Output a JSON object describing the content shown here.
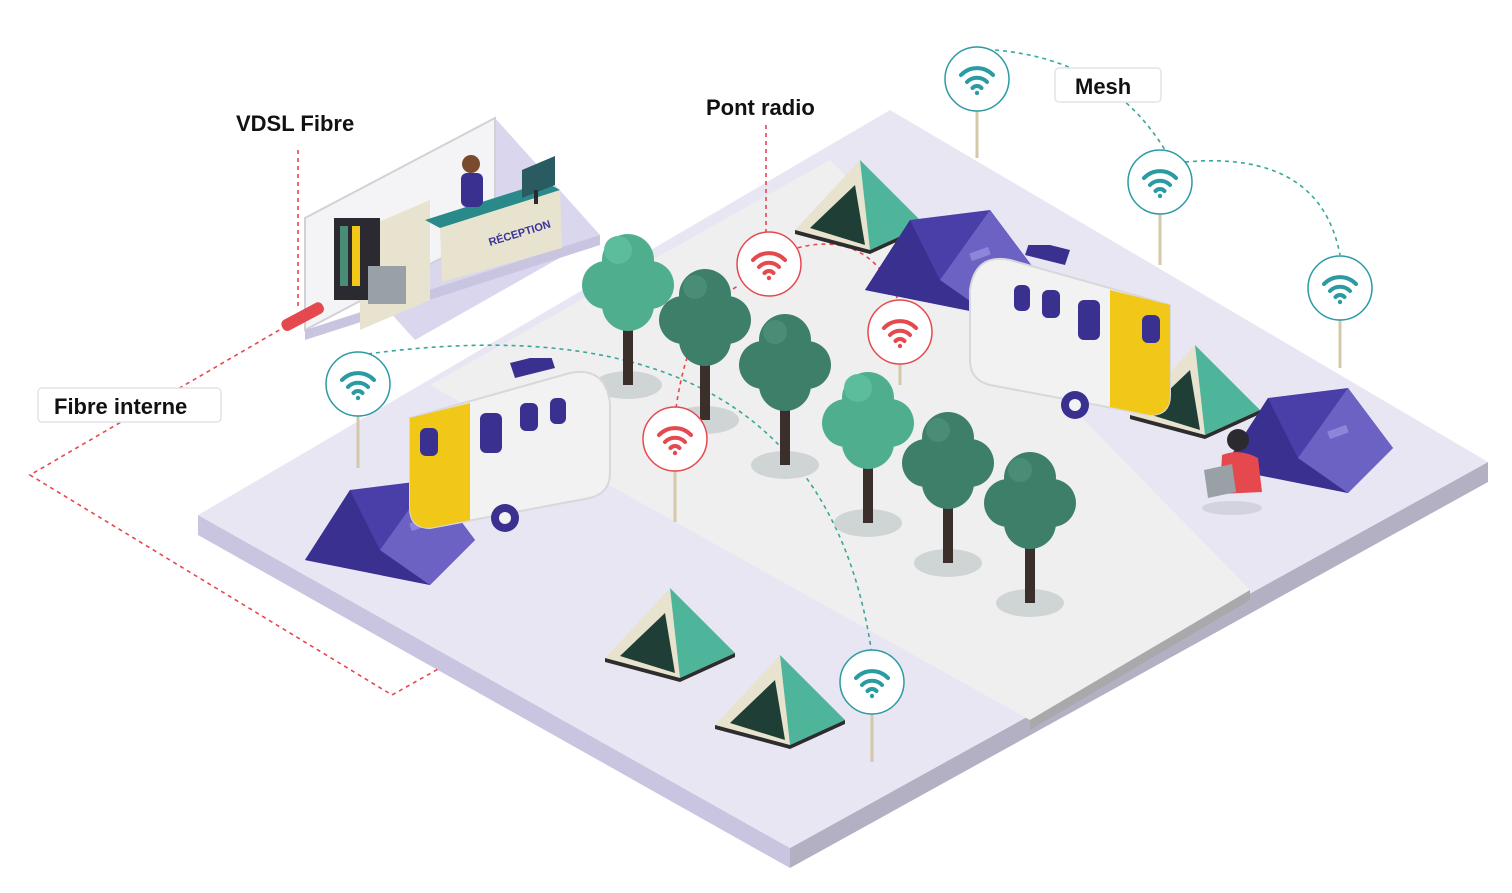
{
  "labels": {
    "vdsl": "VDSL Fibre",
    "pont_radio": "Pont radio",
    "mesh": "Mesh",
    "fibre_interne": "Fibre interne",
    "reception": "RÉCEPTION"
  },
  "colors": {
    "ground_light": "#e9e6f4",
    "ground_path": "#efeff0",
    "ground_edge": "#c9c4e0",
    "wifi_teal": "#2a9aa3",
    "wifi_red": "#e5484d",
    "mesh_line": "#3aa79a",
    "fibre_line": "#e5484d",
    "tent_green": "#4fb59a",
    "tent_beige": "#e8e3cf",
    "tent_blue": "#4a3fa8",
    "tree_green": "#4fae8e",
    "tree_dark": "#3e7f6a",
    "caravan_yellow": "#f2c818"
  },
  "icons": [
    "wifi-icon"
  ]
}
